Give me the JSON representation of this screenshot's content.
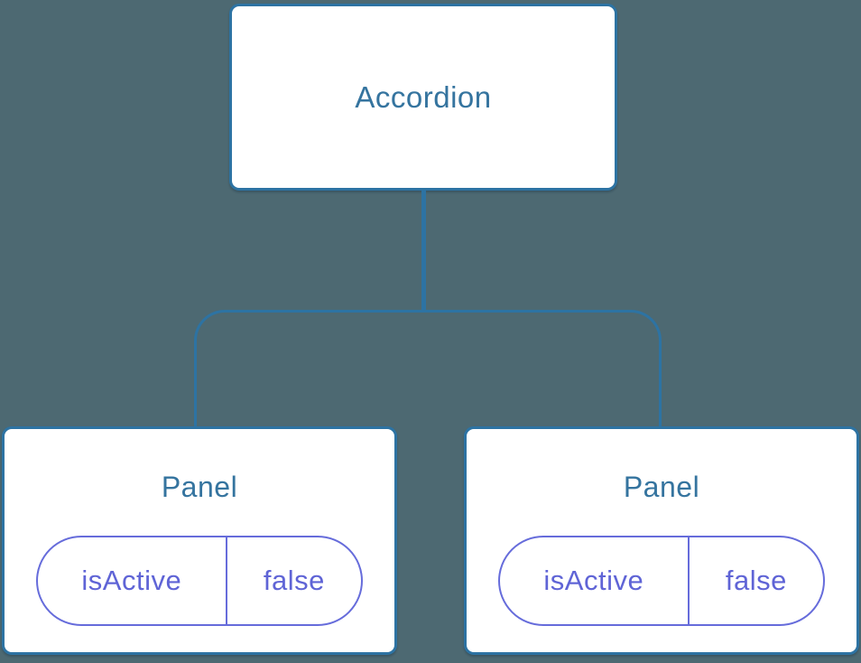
{
  "diagram": {
    "root": {
      "label": "Accordion"
    },
    "children": [
      {
        "label": "Panel",
        "state": {
          "key": "isActive",
          "value": "false"
        }
      },
      {
        "label": "Panel",
        "state": {
          "key": "isActive",
          "value": "false"
        }
      }
    ],
    "colors": {
      "background": "#4D6972",
      "node_fill": "#FFFFFF",
      "node_border": "#2D73A3",
      "node_text": "#35749F",
      "connector": "#2D73A3",
      "state_border": "#666CDB",
      "state_text": "#5F64D6"
    }
  }
}
